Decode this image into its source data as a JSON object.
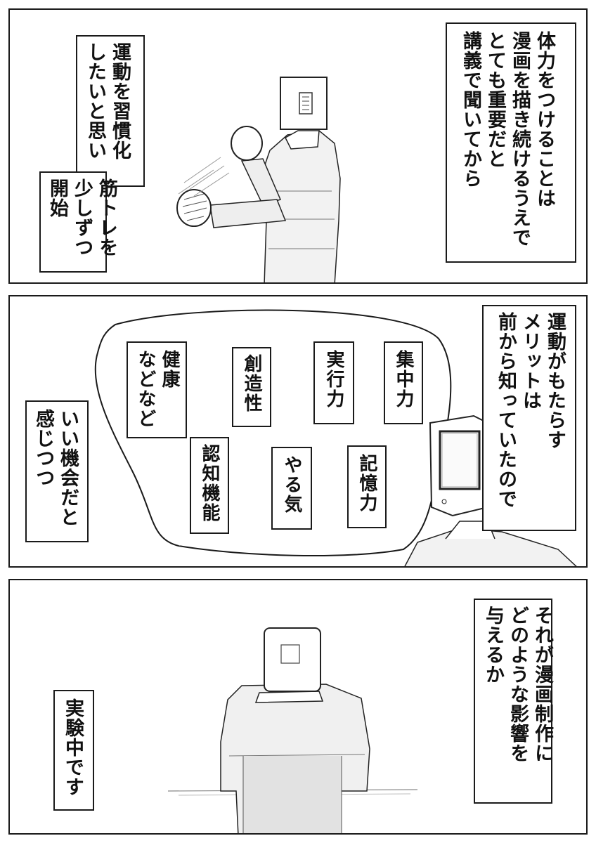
{
  "panels": {
    "p1": {
      "narration_right": "体力をつけることは\n漫画を描き続けるうえで\nとても重要だと\n講義で聞いてから",
      "narration_left_a": "運動を習慣化\nしたいと思い",
      "narration_left_b": "筋トレを\n少しずつ\n開始",
      "character_icon": "tv-head-person-boxing"
    },
    "p2": {
      "narration_right": "運動がもたらす\nメリットは\n前から知っていたので",
      "benefits": [
        "集中力",
        "実行力",
        "創造性",
        "健康\nなどなど",
        "記憶力",
        "やる気",
        "認知機能"
      ],
      "narration_left": "いい機会だと\n感じつつ",
      "character_icon": "tv-head-person-thinking"
    },
    "p3": {
      "narration_right": "それが漫画制作に\nどのような影響を\n与えるか",
      "narration_left": "実験中です",
      "character_icon": "tv-head-person-back-view"
    }
  }
}
